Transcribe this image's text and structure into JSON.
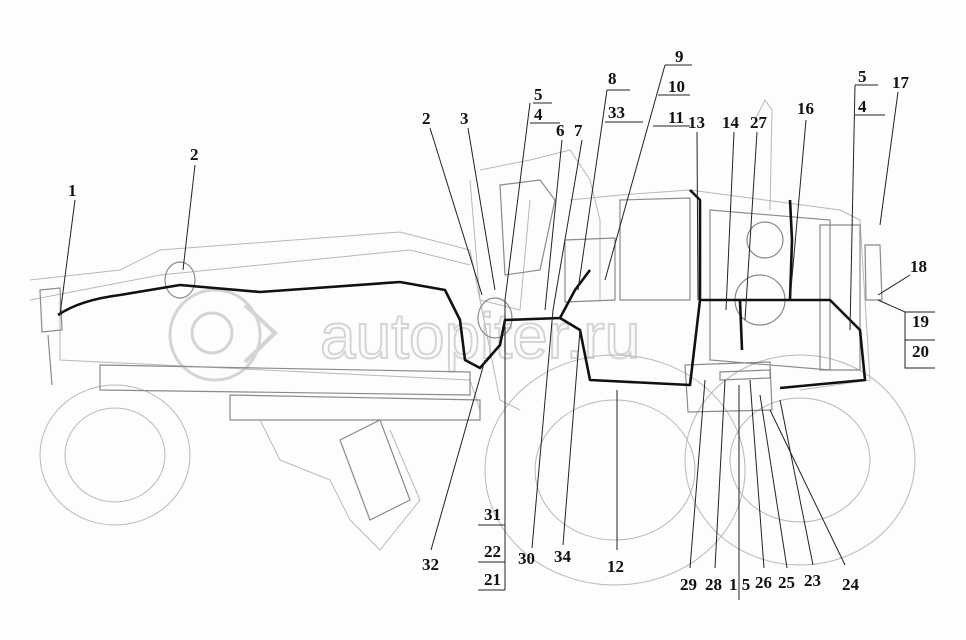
{
  "diagram": {
    "watermark": "autopiter.ru",
    "callouts": {
      "c1": "1",
      "c2a": "2",
      "c2b": "2",
      "c3": "3",
      "c5a": "5",
      "c4a": "4",
      "c6": "6",
      "c7": "7",
      "c8": "8",
      "c33": "33",
      "c9": "9",
      "c10": "10",
      "c11": "11",
      "c13": "13",
      "c14": "14",
      "c27": "27",
      "c16": "16",
      "c5b": "5",
      "c4b": "4",
      "c17": "17",
      "c18": "18",
      "c19": "19",
      "c20": "20",
      "c32": "32",
      "c31": "31",
      "c22": "22",
      "c21": "21",
      "c30": "30",
      "c34": "34",
      "c12": "12",
      "c29": "29",
      "c28": "28",
      "c15": "1 5",
      "c26": "26",
      "c25": "25",
      "c23": "23",
      "c24": "24"
    }
  }
}
